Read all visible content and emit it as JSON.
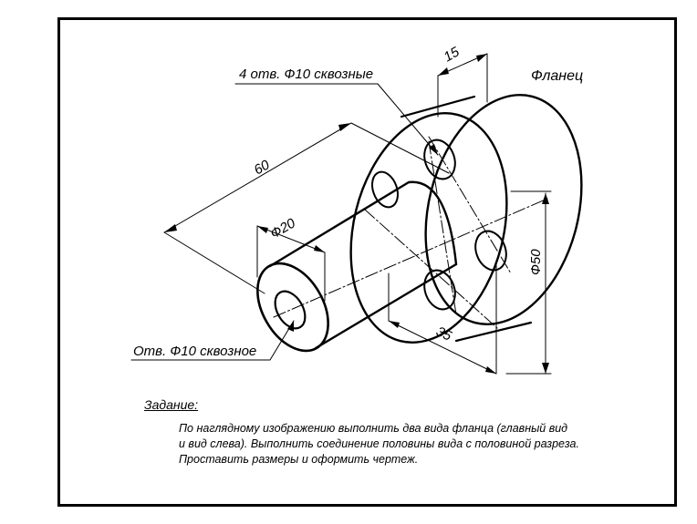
{
  "drawing": {
    "title": "Фланец",
    "callouts": {
      "flange_holes": "4 отв. Ф10 сквозные",
      "shaft_hole": "Отв. Ф10 сквозное"
    },
    "dimensions": {
      "length": "60",
      "shaft_diameter": "Ф20",
      "flange_thickness": "15",
      "flange_diameter": "Ф50",
      "hole_center_offset": "35"
    }
  },
  "task": {
    "label": "Задание:",
    "lines": [
      "По наглядному изображению выполнить два вида фланца (главный вид",
      "и вид слева). Выполнить соединение половины вида с половиной разреза.",
      "Проставить размеры и оформить чертеж."
    ]
  }
}
